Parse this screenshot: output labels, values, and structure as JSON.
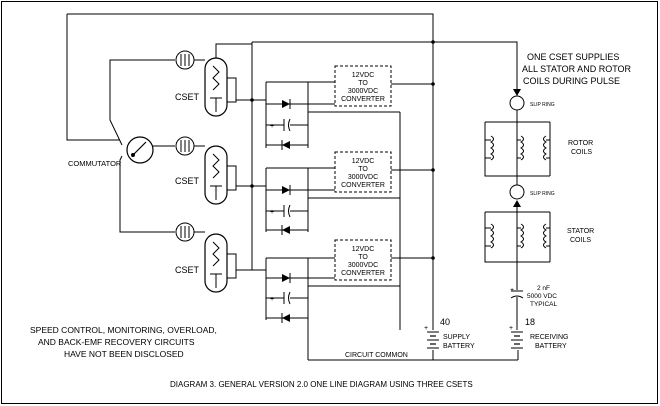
{
  "labels": {
    "cset_note_1": "ONE CSET SUPPLIES",
    "cset_note_2": "ALL STATOR AND ROTOR",
    "cset_note_3": "COILS DURING PULSE",
    "commutator": "COMMUTATOR",
    "cset": "CSET",
    "converter_line1": "12VDC",
    "converter_line2": "TO",
    "converter_line3": "3000VDC",
    "converter_line4": "CONVERTER",
    "slip_ring": "SLIP RING",
    "rotor_1": "ROTOR",
    "rotor_2": "COILS",
    "stator_1": "STATOR",
    "stator_2": "COILS",
    "cap_1": "2 nF",
    "cap_2": "5000 VDC",
    "cap_3": "TYPICAL",
    "supply_num": "40",
    "supply_1": "SUPPLY",
    "supply_2": "BATTERY",
    "recv_num": "18",
    "recv_1": "RECEIVING",
    "recv_2": "BATTERY",
    "circuit_common": "CIRCUIT COMMON",
    "plus": "+",
    "note_1": "SPEED CONTROL, MONITORING, OVERLOAD,",
    "note_2": "AND BACK-EMF  RECOVERY CIRCUITS",
    "note_3": "HAVE NOT BEEN DISCLOSED",
    "caption": "DIAGRAM 3.  GENERAL VERSION 2.0 ONE LINE DIAGRAM USING THREE CSETS"
  }
}
